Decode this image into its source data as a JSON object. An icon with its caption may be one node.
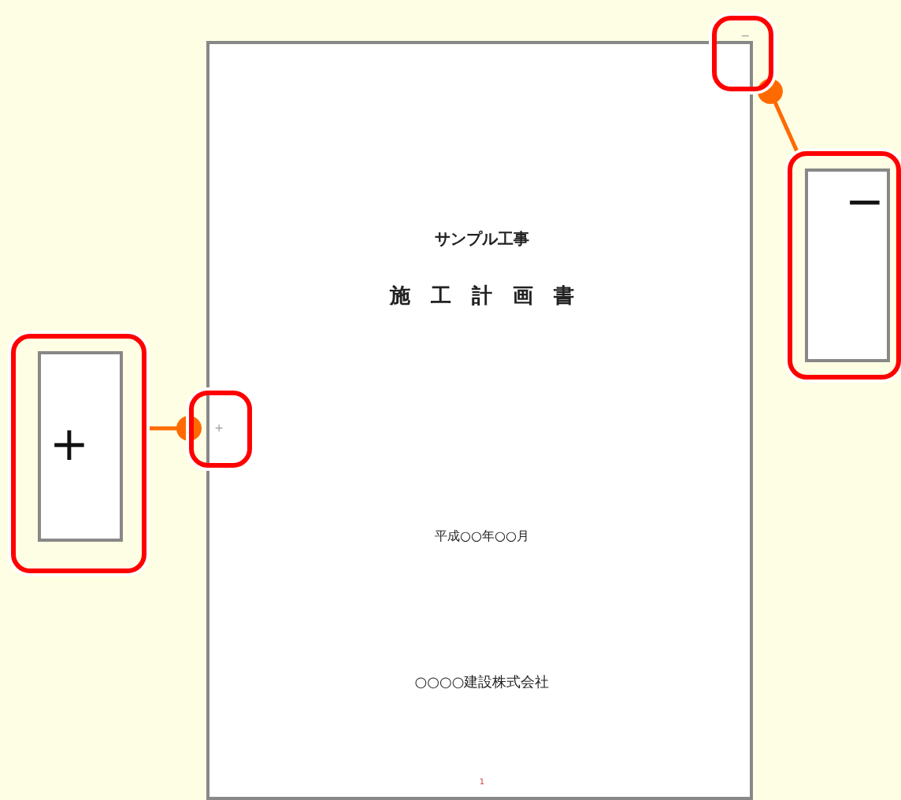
{
  "diagram": {
    "nodes": [
      {
        "text": [
          "サンプル工事",
          "施　工　計　画　書",
          "平成○○年○○月",
          "○○○○建設株式会社",
          "1"
        ]
      },
      {
        "text": [
          "−"
        ]
      },
      {
        "text": [
          "−"
        ]
      },
      {
        "text": [
          "+"
        ]
      },
      {
        "text": [
          "+"
        ]
      }
    ],
    "edges": [
      {
        "from": 1,
        "to": 2,
        "arrow": "other"
      },
      {
        "from": 3,
        "to": 4,
        "arrow": "other"
      }
    ]
  }
}
